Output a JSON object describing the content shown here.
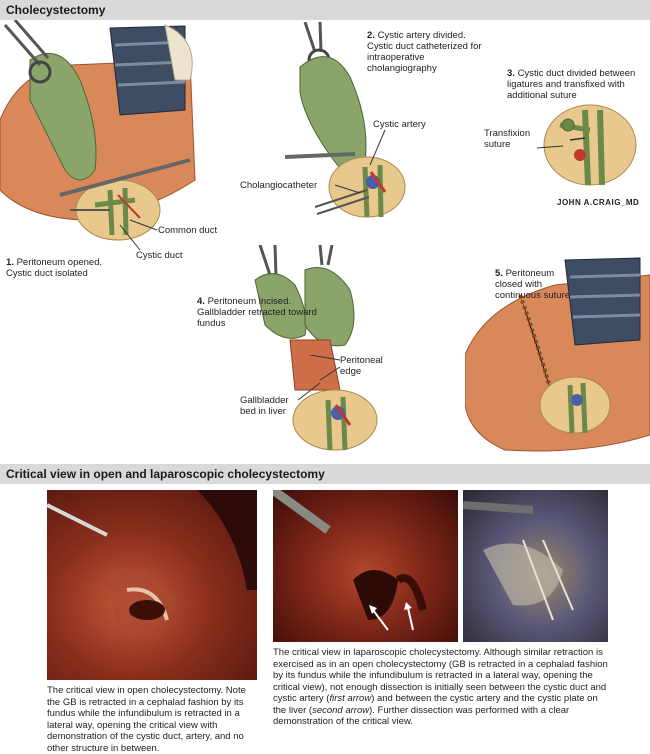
{
  "sections": {
    "top_title": "Cholecystectomy",
    "bottom_title": "Critical view in open and laparoscopic cholecystectomy"
  },
  "steps": [
    {
      "num": "1.",
      "text": "Peritoneum opened. Cystic duct isolated"
    },
    {
      "num": "2.",
      "text": "Cystic artery divided. Cystic duct catheterized for intraoperative cholangiography"
    },
    {
      "num": "3.",
      "text": "Cystic duct divided between ligatures and transfixed with additional suture"
    },
    {
      "num": "4.",
      "text": "Peritoneum incised. Gallbladder retracted toward fundus"
    },
    {
      "num": "5.",
      "text": "Peritoneum closed with continuous suture"
    }
  ],
  "labels": {
    "common_duct": "Common duct",
    "cystic_duct": "Cystic duct",
    "cystic_artery": "Cystic artery",
    "cholangiocatheter": "Cholangiocatheter",
    "transfixion_suture": "Transfixion suture",
    "peritoneal_edge": "Peritoneal edge",
    "gallbladder_bed": "Gallbladder bed in liver",
    "signature": "JOHN A.CRAIG_MD"
  },
  "captions": {
    "open": "The critical view in open cholecystectomy. Note the GB is retracted in a cephalad fashion by its fundus while the infundibulum is retracted in a lateral way, opening the critical view with demonstration of the cystic duct, artery, and no other structure in between.",
    "lap_part1": "The critical view in laparoscopic cholecystectomy. Although similar retraction is exercised as in an open cholecystectomy (GB is retracted in a cephalad fashion by its fundus while the infundibulum is retracted in a lateral way, opening the critical view), not enough dissection is initially seen between the cystic duct and cystic artery (",
    "lap_first_arrow": "first arrow",
    "lap_part2": ") and between the cystic artery and the cystic plate on the liver (",
    "lap_second_arrow": "second arrow",
    "lap_part3": "). Further dissection was performed with a clear demonstration of the critical view."
  },
  "colors": {
    "header_bg": "#d9d9d9",
    "gallbladder_green": "#8aa46a",
    "liver_orange": "#d9885a",
    "peritoneum": "#e8c88c",
    "retractor_blue": "#3e4d63",
    "artery_red": "#c0392b",
    "photo_red": "#7a2418"
  },
  "icons": [
    "forceps-icon",
    "retractor-icon",
    "arrow-icon"
  ]
}
